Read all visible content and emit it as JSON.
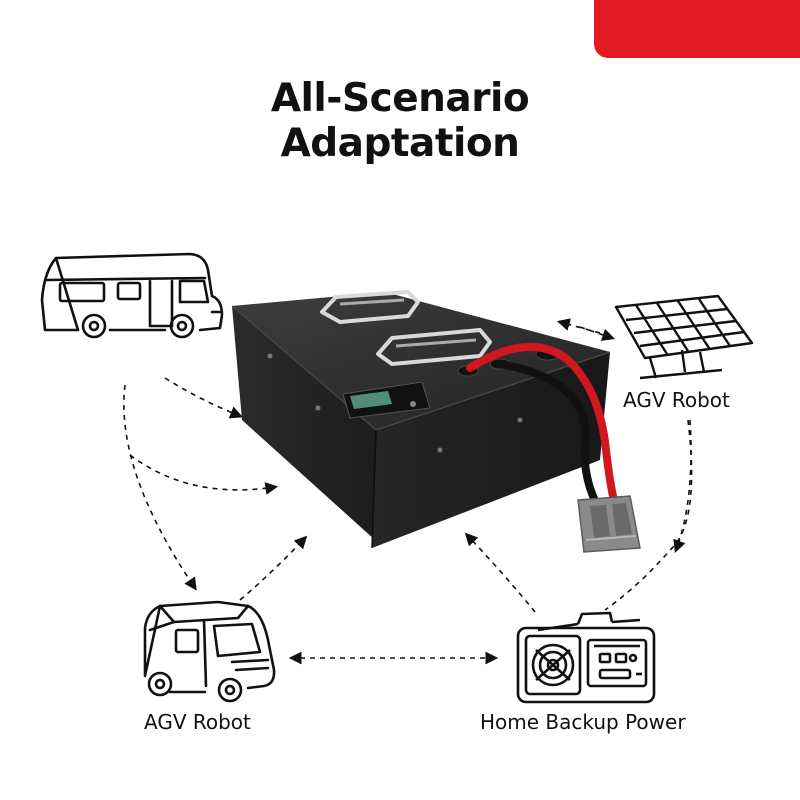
{
  "title": {
    "line1": "All-Scenario",
    "line2": "Adaptation"
  },
  "scenarios": {
    "top_right_label": "AGV Robot",
    "bottom_left_label": "AGV Robot",
    "bottom_right_label": "Home Backup Power"
  },
  "icons": {
    "top_left": "rv-camper-icon",
    "top_right": "solar-panel-icon",
    "bottom_left": "delivery-van-icon",
    "bottom_right": "portable-power-station-icon",
    "center": "lithium-battery-pack"
  },
  "colors": {
    "accent": "#e31b23",
    "battery": "#2a2a2a",
    "cable_red": "#d0181e",
    "cable_black": "#111111",
    "icon_stroke": "#111111"
  }
}
